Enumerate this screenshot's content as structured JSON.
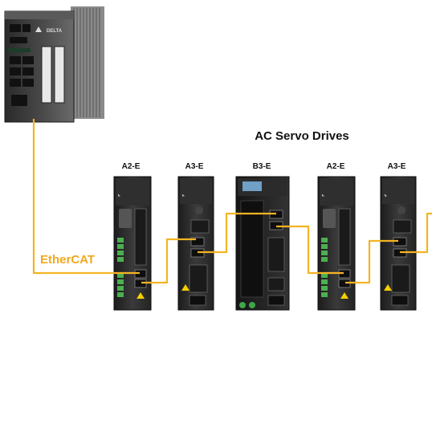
{
  "diagram": {
    "title": "AC Servo Drives",
    "bus_label": "EtherCAT",
    "controller_brand": "DELTA",
    "drives": [
      {
        "label": "A2-E"
      },
      {
        "label": "A3-E"
      },
      {
        "label": "B3-E"
      },
      {
        "label": "A2-E"
      },
      {
        "label": "A3-E"
      }
    ]
  },
  "colors": {
    "cable": "#F5B323",
    "bus_label": "#F0A81C",
    "device_dark": "#2b2b2b",
    "controller_body": "#3a3a3a"
  }
}
